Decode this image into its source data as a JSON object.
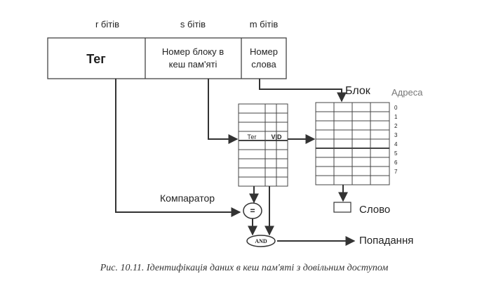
{
  "address": {
    "widths": [
      "r бітів",
      "s бітів",
      "m бітів"
    ],
    "fields": {
      "tag": "Тег",
      "block_line1": "Номер блоку в",
      "block_line2": "кеш пам'яті",
      "word_line1": "Номер",
      "word_line2": "слова"
    }
  },
  "labels": {
    "block": "Блок",
    "address": "Адреса",
    "comparator": "Компаратор",
    "word": "Слово",
    "hit": "Попадання",
    "tag_col": "Тег",
    "valid_col": "V|D",
    "eq": "=",
    "and": "AND"
  },
  "memory_rows": [
    "0",
    "1",
    "2",
    "3",
    "4",
    "5",
    "6",
    "7"
  ],
  "caption": "Рис. 10.11. Ідентифікація даних в кеш пам'яті з довільним доступом"
}
